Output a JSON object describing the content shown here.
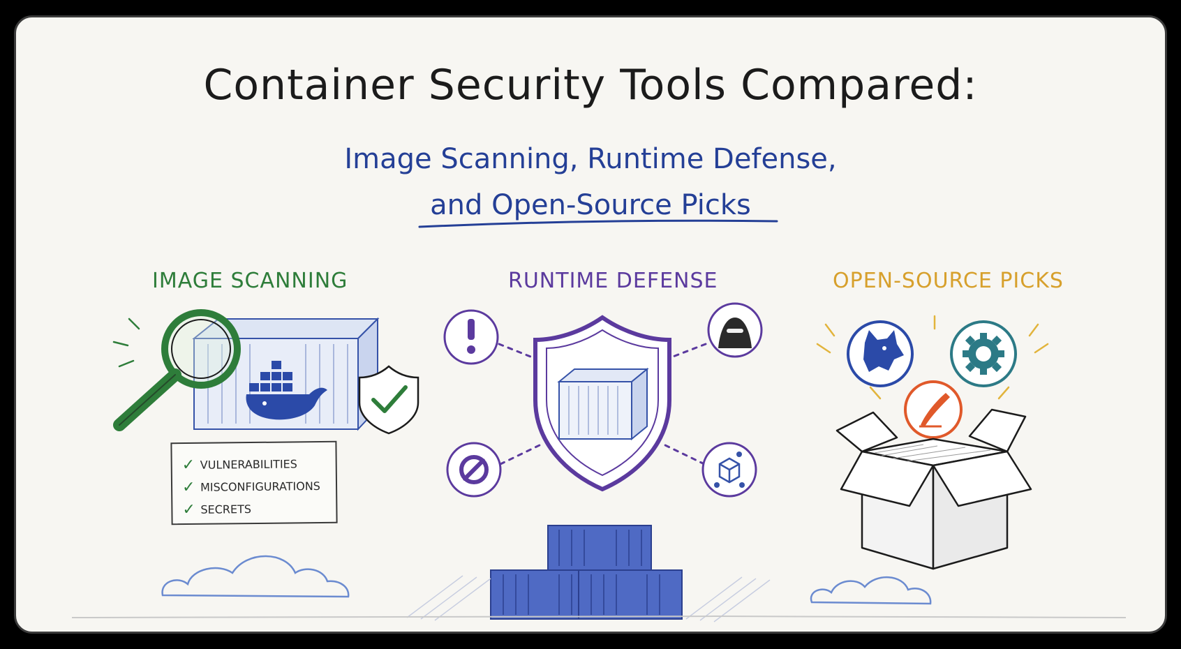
{
  "title": "Container Security Tools Compared:",
  "subtitle_line1": "Image Scanning, Runtime Defense,",
  "subtitle_line2": "and Open-Source Picks",
  "sections": {
    "image_scanning": {
      "label": "IMAGE SCANNING",
      "checklist": [
        "VULNERABILITIES",
        "MISCONFIGURATIONS",
        "SECRETS"
      ]
    },
    "runtime_defense": {
      "label": "RUNTIME DEFENSE"
    },
    "open_source": {
      "label": "OPEN-SOURCE PICKS"
    }
  },
  "colors": {
    "green": "#2e7d3a",
    "purple": "#5b3a9e",
    "blue": "#2b4aa8",
    "gold": "#d7a02c",
    "teal": "#2c7a86",
    "orange": "#e0592a",
    "ink": "#1b1b1b"
  },
  "icons": [
    "magnifier-icon",
    "docker-whale-icon",
    "shield-check-icon",
    "alert-icon",
    "hacker-icon",
    "block-icon",
    "network-cube-icon",
    "wolf-icon",
    "gear-icon",
    "quill-icon",
    "open-box-icon",
    "cloud-icon"
  ]
}
